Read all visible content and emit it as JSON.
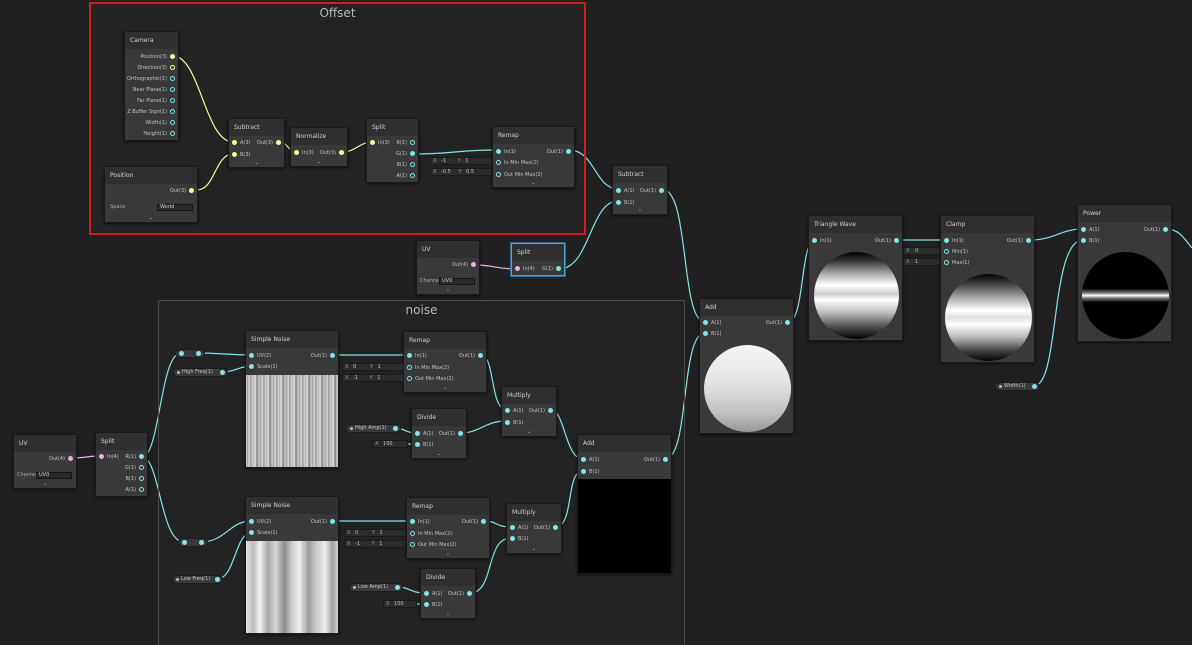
{
  "groups": {
    "offset": "Offset",
    "noise": "noise"
  },
  "camera": {
    "title": "Camera",
    "outputs": [
      "Position(3)",
      "Direction(3)",
      "Orthographic(1)",
      "Near Plane(1)",
      "Far Plane(1)",
      "Z Buffer Sign(1)",
      "Width(1)",
      "Height(1)"
    ]
  },
  "position": {
    "title": "Position",
    "out": "Out(3)",
    "space_label": "Space",
    "space_value": "World"
  },
  "subtract1": {
    "title": "Subtract",
    "a": "A(3)",
    "b": "B(3)",
    "out": "Out(3)"
  },
  "normalize": {
    "title": "Normalize",
    "in": "In(3)",
    "out": "Out(3)"
  },
  "split1": {
    "title": "Split",
    "in": "In(3)",
    "outs": [
      "R(1)",
      "G(1)",
      "B(1)",
      "A(1)"
    ]
  },
  "remap1": {
    "title": "Remap",
    "in": "In(1)",
    "in_min_max": "In Min Max(2)",
    "out_min_max": "Out Min Max(2)",
    "out": "Out(1)",
    "in_x": "-1",
    "in_y": "1",
    "out_x": "-0.5",
    "out_y": "0.5"
  },
  "subtract2": {
    "title": "Subtract",
    "a": "A(1)",
    "b": "B(1)",
    "out": "Out(1)"
  },
  "uv_top": {
    "title": "UV",
    "out": "Out(4)",
    "channel_label": "Channe",
    "channel_value": "UV0"
  },
  "split2": {
    "title": "Split",
    "in": "In(4)",
    "out": "G(1)"
  },
  "triangle": {
    "title": "Triangle Wave",
    "in": "In(1)",
    "out": "Out(1)"
  },
  "clamp": {
    "title": "Clamp",
    "in": "In(1)",
    "min": "Min(1)",
    "max": "Max(1)",
    "out": "Out(1)",
    "min_val": "0",
    "max_val": "1"
  },
  "power": {
    "title": "Power",
    "a": "A(1)",
    "b": "B(1)",
    "out": "Out(1)"
  },
  "add_main": {
    "title": "Add",
    "a": "A(1)",
    "b": "B(1)",
    "out": "Out(1)"
  },
  "width_prop": "Width(1)",
  "uv_bottom": {
    "title": "UV",
    "out": "Out(4)",
    "channel_label": "Channe",
    "channel_value": "UV0"
  },
  "split3": {
    "title": "Split",
    "in": "In(4)",
    "outs": [
      "R(1)",
      "G(1)",
      "B(1)",
      "A(1)"
    ]
  },
  "hf_prop": "High Freq(1)",
  "ha_prop": "High Amp(1)",
  "lf_prop": "Low Freq(1)",
  "la_prop": "Low Amp(1)",
  "noise1": {
    "title": "Simple Noise",
    "uv": "UV(2)",
    "scale": "Scale(1)",
    "out": "Out(1)"
  },
  "noise2": {
    "title": "Simple Noise",
    "uv": "UV(2)",
    "scale": "Scale(1)",
    "out": "Out(1)"
  },
  "remap2": {
    "title": "Remap",
    "in": "In(1)",
    "in_min_max": "In Min Max(2)",
    "out_min_max": "Out Min Max(2)",
    "out": "Out(1)",
    "in_x": "0",
    "in_y": "1",
    "out_x": "-1",
    "out_y": "1"
  },
  "remap3": {
    "title": "Remap",
    "in": "In(1)",
    "in_min_max": "In Min Max(2)",
    "out_min_max": "Out Min Max(2)",
    "out": "Out(1)",
    "in_x": "0",
    "in_y": "1",
    "out_x": "-1",
    "out_y": "1"
  },
  "divide1": {
    "title": "Divide",
    "a": "A(1)",
    "b": "B(1)",
    "out": "Out(1)",
    "x_val": "100"
  },
  "divide2": {
    "title": "Divide",
    "a": "A(1)",
    "b": "B(1)",
    "out": "Out(1)",
    "x_val": "100"
  },
  "multiply1": {
    "title": "Multiply",
    "a": "A(1)",
    "b": "B(1)",
    "out": "Out(1)"
  },
  "multiply2": {
    "title": "Multiply",
    "a": "A(1)",
    "b": "B(1)",
    "out": "Out(1)"
  },
  "add_noise": {
    "title": "Add",
    "a": "A(1)",
    "b": "B(1)",
    "out": "Out(1)"
  },
  "labels": {
    "x": "X",
    "y": "Y",
    "chevron": "⌄"
  },
  "colors": {
    "float_wire": "#84e4e7",
    "vector3_wire": "#f6ff9a",
    "vector4_wire": "#e9b1e8",
    "selection": "#d0201e"
  }
}
